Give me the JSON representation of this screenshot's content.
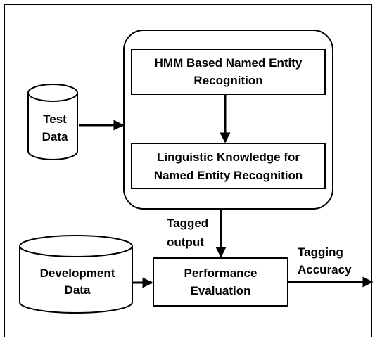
{
  "diagram": {
    "nodes": {
      "hmm": {
        "line1": "HMM Based Named Entity",
        "line2": "Recognition"
      },
      "linguistic": {
        "line1": "Linguistic Knowledge for",
        "line2": "Named Entity Recognition"
      },
      "test_data": {
        "line1": "Test",
        "line2": "Data"
      },
      "development_data": {
        "line1": "Development",
        "line2": "Data"
      },
      "performance": {
        "line1": "Performance",
        "line2": "Evaluation"
      }
    },
    "edge_labels": {
      "tagged_output": {
        "line1": "Tagged",
        "line2": "output"
      },
      "tagging_accuracy": {
        "line1": "Tagging",
        "line2": "Accuracy"
      }
    }
  }
}
